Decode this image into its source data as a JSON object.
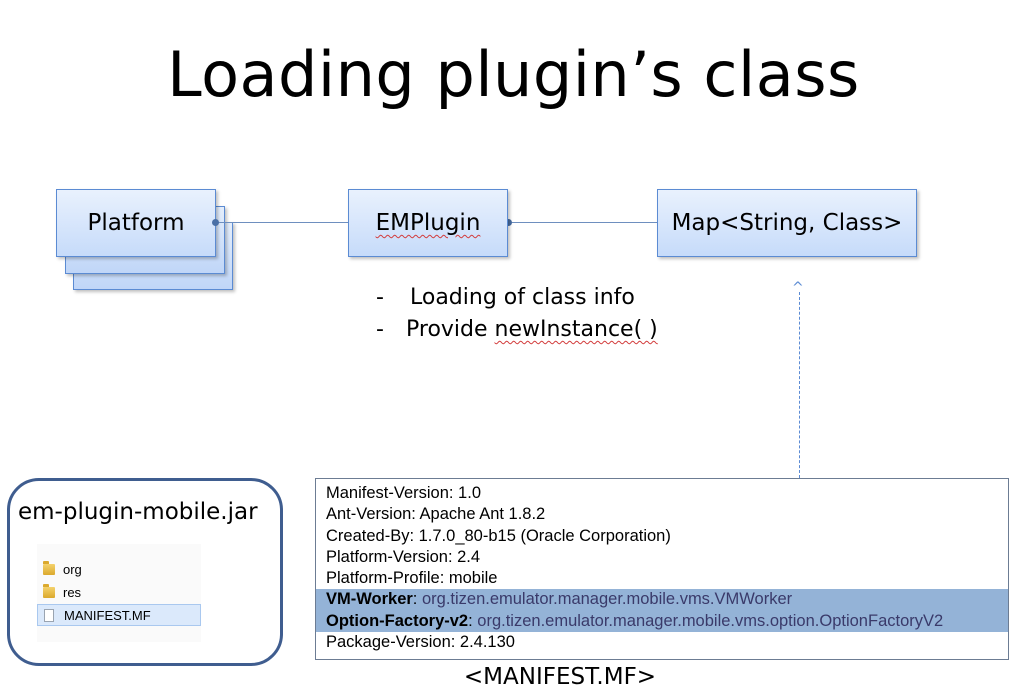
{
  "title": "Loading plugin’s class",
  "boxes": {
    "platform": "Platform",
    "emplugin": "EMPlugin",
    "map": "Map<String, Class>"
  },
  "bullets": [
    {
      "dash": "-",
      "text": "Loading of class info"
    },
    {
      "dash": "-",
      "text_prefix": "Provide ",
      "text_code": "newInstance( )"
    }
  ],
  "jar": {
    "name": "em-plugin-mobile.jar",
    "entries": [
      {
        "type": "folder-icon",
        "label": "org"
      },
      {
        "type": "folder-icon",
        "label": "res"
      },
      {
        "type": "file-icon",
        "label": "MANIFEST.MF",
        "selected": true
      }
    ]
  },
  "manifest": {
    "lines": [
      "Manifest-Version: 1.0",
      "Ant-Version: Apache Ant 1.8.2",
      "Created-By: 1.7.0_80-b15 (Oracle Corporation)",
      "Platform-Version: 2.4",
      "Platform-Profile: mobile"
    ],
    "highlighted": [
      {
        "key": "VM-Worker",
        "value": "org.tizen.emulator.manager.mobile.vms.VMWorker"
      },
      {
        "key": "Option-Factory-v2",
        "value": "org.tizen.emulator.manager.mobile.vms.option.OptionFactoryV2"
      }
    ],
    "last_line": "Package-Version: 2.4.130"
  },
  "caption": "<MANIFEST.MF>",
  "colors": {
    "box_border": "#5b8bd3",
    "highlight": "#94b3d7",
    "jar_border": "#3f5d8f"
  }
}
